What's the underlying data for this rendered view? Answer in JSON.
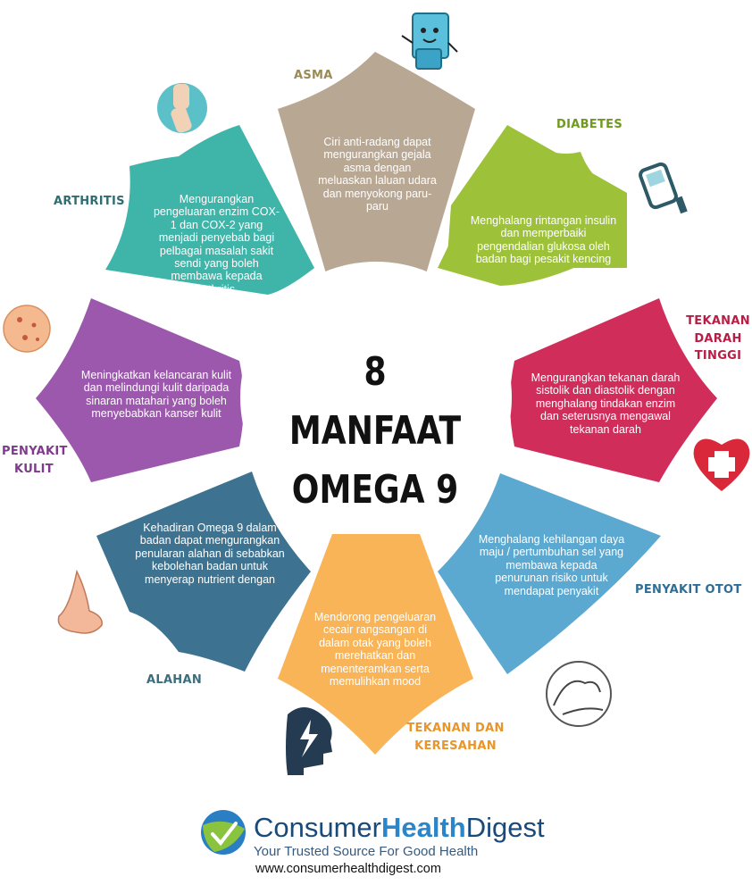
{
  "title_lines": [
    "8 MANFAAT",
    "OMEGA 9"
  ],
  "colors": {
    "asma": "#b8a793",
    "diabetes": "#9dc23a",
    "tekanan_darah": "#d12d5a",
    "penyakit_otot": "#5ba8d0",
    "tekanan_keresahan": "#f8b457",
    "alahan": "#3d7390",
    "penyakit_kulit": "#9b58ac",
    "arthritis": "#3fb4a8",
    "label_asma": "#9a8a55",
    "label_diabetes": "#6f9a1e",
    "label_tekanan_darah": "#b81e45",
    "label_penyakit_otot": "#2d6e98",
    "label_tekanan_keresahan": "#e8952a",
    "label_alahan": "#3d6d7d",
    "label_penyakit_kulit": "#7e3a8c",
    "label_arthritis": "#2f6d72"
  },
  "segments": [
    {
      "key": "asma",
      "label": "ASMA",
      "text": "Ciri anti-radang dapat mengurangkan gejala asma dengan meluaskan laluan udara dan menyokong paru-paru",
      "icon": "inhaler-icon"
    },
    {
      "key": "diabetes",
      "label": "DIABETES",
      "text": "Menghalang rintangan insulin dan memperbaiki pengendalian glukosa oleh badan bagi pesakit kencing",
      "icon": "glucose-meter-icon"
    },
    {
      "key": "tekanan_darah",
      "label": "TEKANAN DARAH TINGGI",
      "text": "Mengurangkan tekanan darah sistolik dan diastolik dengan menghalang tindakan enzim dan seterusnya mengawal tekanan darah",
      "icon": "heart-cross-icon"
    },
    {
      "key": "penyakit_otot",
      "label": "PENYAKIT OTOT",
      "text": "Menghalang kehilangan daya maju / pertumbuhan sel yang membawa kepada penurunan risiko untuk mendapat penyakit",
      "icon": "arm-muscle-icon"
    },
    {
      "key": "tekanan_keresahan",
      "label": "TEKANAN DAN KERESAHAN",
      "text": "Mendorong pengeluaran cecair rangsangan di dalam otak yang boleh merehatkan dan menenteramkan serta memulihkan mood",
      "icon": "head-lightning-icon"
    },
    {
      "key": "alahan",
      "label": "ALAHAN",
      "text": "Kehadiran Omega 9 dalam badan dapat mengurangkan penularan alahan di sebabkan kebolehan badan untuk menyerap nutrient dengan",
      "icon": "nose-icon"
    },
    {
      "key": "penyakit_kulit",
      "label": "PENYAKIT KULIT",
      "text": "Meningkatkan kelancaran kulit dan melindungi kulit daripada sinaran matahari yang boleh menyebabkan kanser kulit",
      "icon": "skin-spots-icon"
    },
    {
      "key": "arthritis",
      "label": "ARTHRITIS",
      "text": "Mengurangkan pengeluaran enzim COX-1 dan COX-2 yang menjadi penyebab bagi pelbagai masalah sakit sendi yang boleh membawa kepada arthritis",
      "icon": "knee-joint-icon"
    }
  ],
  "brand": {
    "name_part1": "Consumer",
    "name_part2": "Health",
    "name_part3": "Digest",
    "tagline": "Your Trusted Source For Good Health",
    "url": "www.consumerhealthdigest.com"
  }
}
